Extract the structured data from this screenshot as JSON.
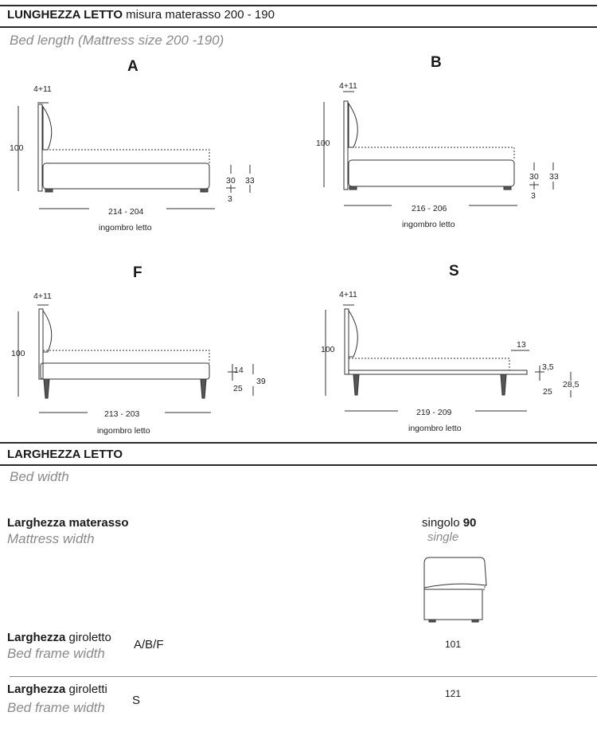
{
  "length_section": {
    "title_bold": "LUNGHEZZA LETTO",
    "title_rest": "misura materasso 200 - 190",
    "subtitle": "Bed length (Mattress size 200 -190)"
  },
  "models": [
    {
      "letter": "A",
      "headboard": "4+11",
      "height": "100",
      "length": "214 - 204",
      "footprint": "ingombro letto",
      "dims": [
        "30",
        "33",
        "3"
      ]
    },
    {
      "letter": "B",
      "headboard": "4+11",
      "height": "100",
      "length": "216 - 206",
      "footprint": "ingombro letto",
      "dims": [
        "30",
        "33",
        "3"
      ]
    },
    {
      "letter": "F",
      "headboard": "4+11",
      "height": "100",
      "length": "213 - 203",
      "footprint": "ingombro letto",
      "dims": [
        "14",
        "25",
        "39"
      ]
    },
    {
      "letter": "S",
      "headboard": "4+11",
      "height": "100",
      "length": "219 - 209",
      "footprint": "ingombro letto",
      "dims": [
        "13",
        "3,5",
        "25",
        "28,5"
      ]
    }
  ],
  "width_section": {
    "title": "LARGHEZZA LETTO",
    "subtitle": "Bed width"
  },
  "mattress_width": {
    "label": "Larghezza materasso",
    "label_en": "Mattress width",
    "size_label": "singolo",
    "size_value": "90",
    "size_en": "single"
  },
  "frame_abf": {
    "label_bold": "Larghezza",
    "label_rest": "giroletto",
    "models": "A/B/F",
    "label_en": "Bed frame width",
    "value": "101"
  },
  "frame_s": {
    "label_bold": "Larghezza",
    "label_rest": "giroletti",
    "models": "S",
    "label_en": "Bed frame width",
    "value": "121"
  }
}
